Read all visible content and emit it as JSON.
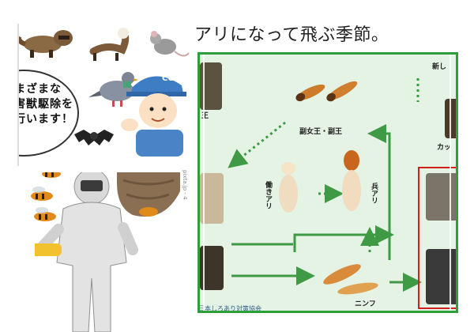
{
  "collage": {
    "speech_lines": [
      "まざまな",
      "害獣駆除を",
      "行います！"
    ],
    "cap_text": "CGS"
  },
  "headline": "アリになって飛ぶ季節。",
  "diagram": {
    "label_queen_king": "副女王・副王",
    "label_worker": "働きアリ",
    "label_soldier": "兵アリ",
    "label_king_partial": "王",
    "label_new_partial": "新し",
    "label_couple_partial": "カッ",
    "label_nymph": "ニンフ",
    "footer": "日本しろあり対策協会"
  },
  "side_watermark": "pixta.jp - 4",
  "colors": {
    "frame_green": "#2e9e3a",
    "panel_bg": "#e4f3e3",
    "arrow_green": "#3e9a45",
    "red_box": "#d0211d"
  }
}
